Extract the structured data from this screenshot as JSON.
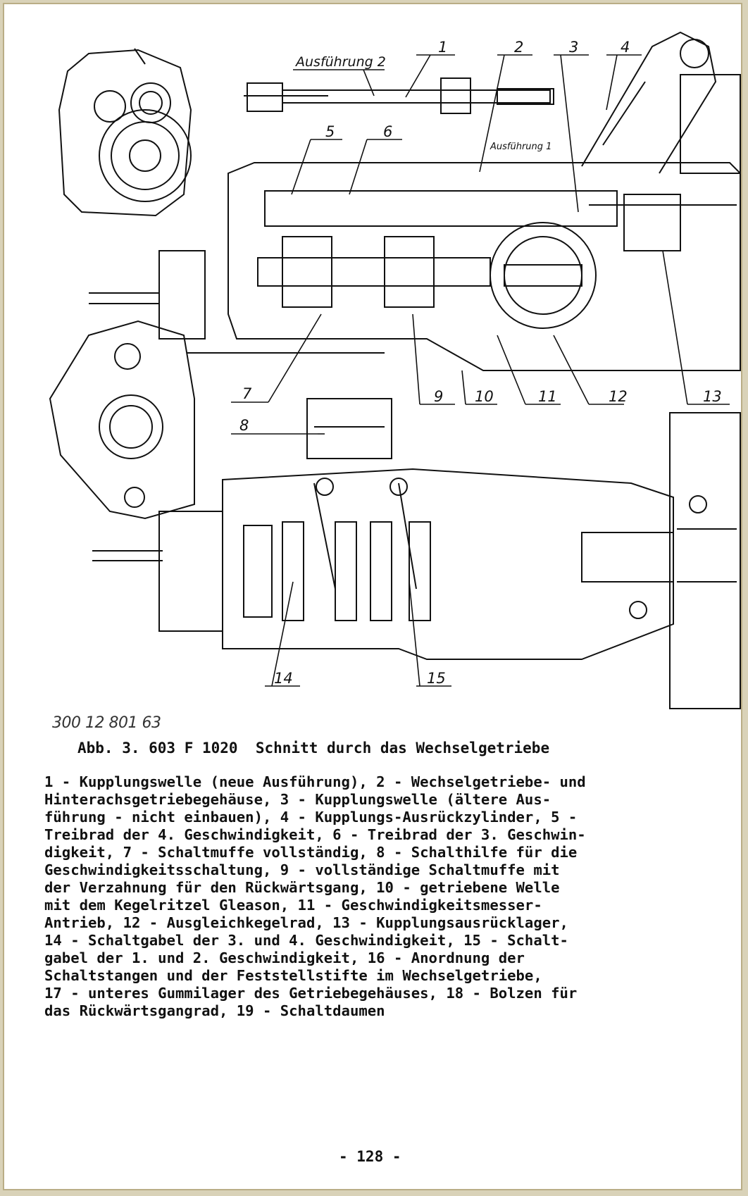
{
  "drawing": {
    "labels": {
      "ausfuehrung_2": "Ausführung 2",
      "ausfuehrung_1": "Ausführung 1"
    },
    "callouts": [
      "1",
      "2",
      "3",
      "4",
      "5",
      "6",
      "7",
      "8",
      "9",
      "10",
      "11",
      "12",
      "13",
      "14",
      "15"
    ]
  },
  "drawing_id": "300 12 801 63",
  "caption": "Abb. 3. 603 F 1020  Schnitt durch das Wechselgetriebe",
  "legend_lines": [
    "1 - Kupplungswelle (neue Ausführung), 2 - Wechselgetriebe- und",
    "Hinterachsgetriebegehäuse, 3 - Kupplungswelle (ältere Aus-",
    "führung - nicht einbauen), 4 - Kupplungs-Ausrückzylinder, 5 -",
    "Treibrad der 4. Geschwindigkeit, 6 - Treibrad der 3. Geschwin-",
    "digkeit, 7 - Schaltmuffe vollständig, 8 - Schalthilfe für die",
    "Geschwindigkeitsschaltung, 9 - vollständige Schaltmuffe mit",
    "der Verzahnung für den Rückwärtsgang, 10 - getriebene Welle",
    "mit dem Kegelritzel Gleason, 11 - Geschwindigkeitsmesser-",
    "Antrieb, 12 - Ausgleichkegelrad, 13 - Kupplungsausrücklager,",
    "14 - Schaltgabel der 3. und 4. Geschwindigkeit, 15 - Schalt-",
    "gabel der 1. und 2. Geschwindigkeit, 16 - Anordnung der",
    "Schaltstangen und der Feststellstifte im Wechselgetriebe,",
    "17 - unteres Gummilager des Getriebegehäuses, 18 - Bolzen für",
    "das Rückwärtsgangrad, 19 - Schaltdaumen"
  ],
  "page_number": "- 128 -"
}
